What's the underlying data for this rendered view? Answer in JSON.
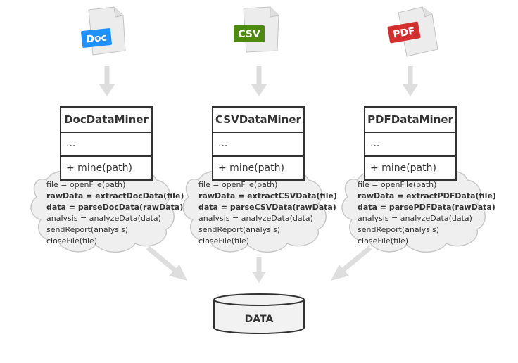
{
  "columns": [
    {
      "badge": "Doc",
      "badge_color": "#1e90ff",
      "class_name": "DocDataMiner",
      "fields": "...",
      "method": "+ mine(path)",
      "code": [
        {
          "text": "file = openFile(path)",
          "bold": false
        },
        {
          "text": "rawData = extractDocData(file)",
          "bold": true
        },
        {
          "text": "data = parseDocData(rawData)",
          "bold": true
        },
        {
          "text": "analysis = analyzeData(data)",
          "bold": false
        },
        {
          "text": "sendReport(analysis)",
          "bold": false
        },
        {
          "text": "closeFile(file)",
          "bold": false
        }
      ]
    },
    {
      "badge": "CSV",
      "badge_color": "#4f8a10",
      "class_name": "CSVDataMiner",
      "fields": "...",
      "method": "+ mine(path)",
      "code": [
        {
          "text": "file = openFile(path)",
          "bold": false
        },
        {
          "text": "rawData = extractCSVData(file)",
          "bold": true
        },
        {
          "text": "data = parseCSVData(rawData)",
          "bold": true
        },
        {
          "text": "analysis = analyzeData(data)",
          "bold": false
        },
        {
          "text": "sendReport(analysis)",
          "bold": false
        },
        {
          "text": "closeFile(file)",
          "bold": false
        }
      ]
    },
    {
      "badge": "PDF",
      "badge_color": "#d32f2f",
      "class_name": "PDFDataMiner",
      "fields": "...",
      "method": "+ mine(path)",
      "code": [
        {
          "text": "file = openFile(path)",
          "bold": false
        },
        {
          "text": "rawData = extractPDFData(file)",
          "bold": true
        },
        {
          "text": "data = parsePDFData(rawData)",
          "bold": true
        },
        {
          "text": "analysis = analyzeData(data)",
          "bold": false
        },
        {
          "text": "sendReport(analysis)",
          "bold": false
        },
        {
          "text": "closeFile(file)",
          "bold": false
        }
      ]
    }
  ],
  "database_label": "DATA",
  "colors": {
    "line": "#333333",
    "arrow": "#dcdcdc",
    "cloud_fill": "#efefef",
    "cloud_stroke": "#c8c8c8",
    "doc_fill": "#ececec",
    "doc_stroke": "#c4c4c4"
  }
}
